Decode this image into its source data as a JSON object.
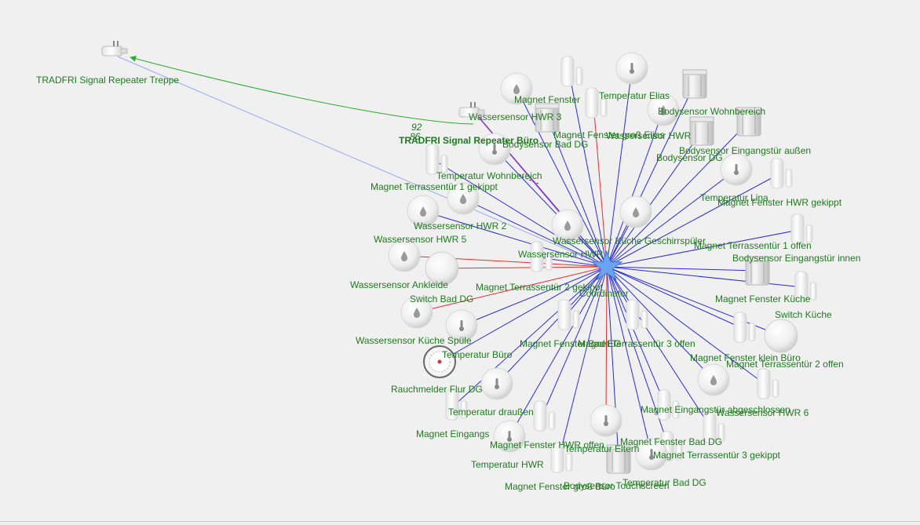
{
  "colors": {
    "link_default": "#2b2bd6",
    "link_weak": "#e03030",
    "link_repeater": "#2faa2f",
    "link_faint": "#9aa8f0",
    "label": "#1f7a1f",
    "coordinator": "#6aa4f0"
  },
  "coordinator": {
    "label": "Coordinator",
    "icon": "star-icon"
  },
  "repeater_links": [
    {
      "from": "TRADFRI Signal Repeater Büro",
      "to": "TRADFRI Signal Repeater Treppe",
      "lqi_a": "92",
      "lqi_b": "86"
    }
  ],
  "nodes": [
    {
      "label": "TRADFRI Signal Repeater Treppe",
      "icon": "repeater-icon",
      "bold": false
    },
    {
      "label": "TRADFRI Signal Repeater Büro",
      "icon": "repeater-icon",
      "bold": true
    },
    {
      "label": "Magnet Fenster",
      "icon": "contact-sensor-icon"
    },
    {
      "label": "Temperatur Elias",
      "icon": "temperature-sensor-icon"
    },
    {
      "label": "Wassersensor HWR 3",
      "icon": "water-sensor-icon"
    },
    {
      "label": "Bodysensor Wohnbereich",
      "icon": "motion-sensor-icon"
    },
    {
      "label": "Magnet Fenster groß Elias",
      "icon": "contact-sensor-icon"
    },
    {
      "label": "Wassersensor HWR",
      "icon": "water-sensor-icon"
    },
    {
      "label": "Bodysensor Bad DG",
      "icon": "motion-sensor-icon"
    },
    {
      "label": "Bodysensor Eingangstür außen",
      "icon": "motion-sensor-icon"
    },
    {
      "label": "Bodysensor DG",
      "icon": "motion-sensor-icon"
    },
    {
      "label": "Temperatur Wohnbereich",
      "icon": "temperature-sensor-icon"
    },
    {
      "label": "Magnet Terrassentür 1 gekippt",
      "icon": "contact-sensor-icon"
    },
    {
      "label": "Temperatur Lina",
      "icon": "temperature-sensor-icon"
    },
    {
      "label": "Magnet Fenster HWR gekippt",
      "icon": "contact-sensor-icon"
    },
    {
      "label": "Wassersensor HWR 2",
      "icon": "water-sensor-icon"
    },
    {
      "label": "Wassersensor Küche Geschirrspüler",
      "icon": "water-sensor-icon"
    },
    {
      "label": "Wassersensor HWR 5",
      "icon": "water-sensor-icon"
    },
    {
      "label": "Magnet Terrassentür 1 offen",
      "icon": "contact-sensor-icon"
    },
    {
      "label": "Wassersensor HWR",
      "icon": "water-sensor-icon"
    },
    {
      "label": "Bodysensor Eingangstür innen",
      "icon": "motion-sensor-icon"
    },
    {
      "label": "Wassersensor Ankleide",
      "icon": "water-sensor-icon"
    },
    {
      "label": "Magnet Terrassentür 2 gekippt",
      "icon": "contact-sensor-icon"
    },
    {
      "label": "Switch Bad DG",
      "icon": "switch-icon"
    },
    {
      "label": "Magnet Fenster Küche",
      "icon": "contact-sensor-icon"
    },
    {
      "label": "Switch Küche",
      "icon": "switch-icon"
    },
    {
      "label": "Wassersensor Küche Spüle",
      "icon": "water-sensor-icon"
    },
    {
      "label": "Temperatur Büro",
      "icon": "temperature-sensor-icon"
    },
    {
      "label": "Magnet Fenster Bad EG",
      "icon": "contact-sensor-icon"
    },
    {
      "label": "Magnet Terrassentür 3 offen",
      "icon": "contact-sensor-icon"
    },
    {
      "label": "Magnet Fenster klein Büro",
      "icon": "contact-sensor-icon"
    },
    {
      "label": "Magnet Terrassentür 2 offen",
      "icon": "contact-sensor-icon"
    },
    {
      "label": "Rauchmelder Flur DG",
      "icon": "smoke-detector-icon"
    },
    {
      "label": "Temperatur draußen",
      "icon": "temperature-sensor-icon"
    },
    {
      "label": "Magnet Eingangstür abgeschlossen",
      "icon": "contact-sensor-icon"
    },
    {
      "label": "Wassersensor HWR 6",
      "icon": "water-sensor-icon"
    },
    {
      "label": "Magnet Eingangs",
      "icon": "contact-sensor-icon"
    },
    {
      "label": "Magnet Fenster HWR offen",
      "icon": "contact-sensor-icon"
    },
    {
      "label": "Temperatur Eltern",
      "icon": "temperature-sensor-icon"
    },
    {
      "label": "Magnet Fenster Bad DG",
      "icon": "contact-sensor-icon"
    },
    {
      "label": "Magnet Terrassentür 3 gekippt",
      "icon": "contact-sensor-icon"
    },
    {
      "label": "Temperatur HWR",
      "icon": "temperature-sensor-icon"
    },
    {
      "label": "Magnet Fenster groß Büro",
      "icon": "contact-sensor-icon"
    },
    {
      "label": "Bodysensor Touchscreen",
      "icon": "motion-sensor-icon"
    },
    {
      "label": "Temperatur Bad DG",
      "icon": "temperature-sensor-icon"
    }
  ]
}
